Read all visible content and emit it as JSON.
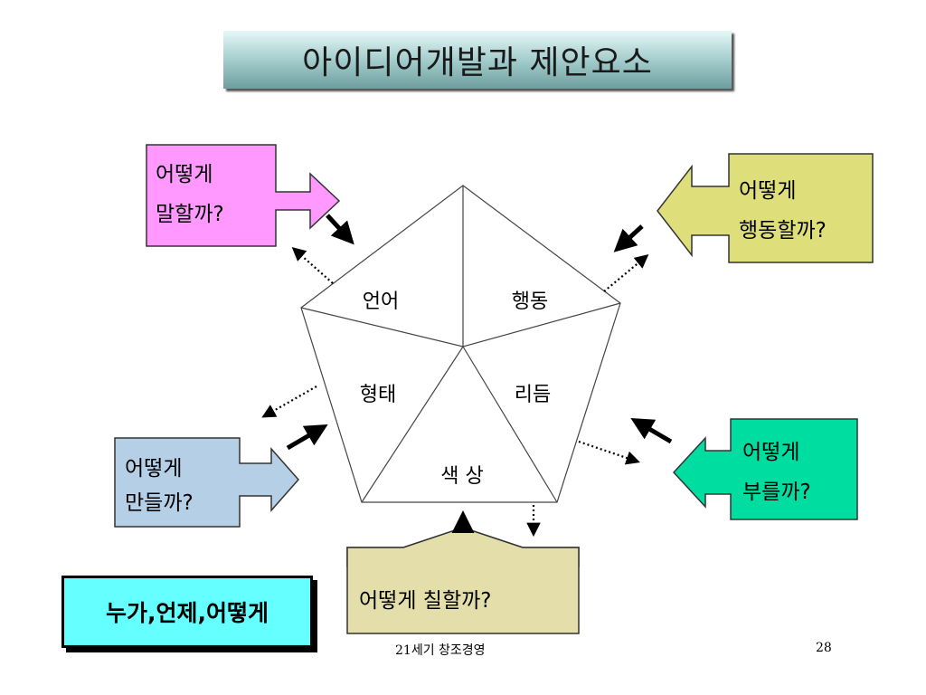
{
  "title": "아이디어개발과 제안요소",
  "pentagon": {
    "segments": [
      "언어",
      "행동",
      "형태",
      "리듬",
      "색 상"
    ]
  },
  "callouts": {
    "speak": {
      "line1": "어떻게",
      "line2": "말할까?",
      "color": "#ff99ff"
    },
    "act": {
      "line1": "어떻게",
      "line2": "행동할까?",
      "color": "#dede7a"
    },
    "make": {
      "line1": "어떻게",
      "line2": "만들까?",
      "color": "#b4cfe6"
    },
    "call": {
      "line1": "어떻게",
      "line2": "부를까?",
      "color": "#00dda0"
    },
    "paint": {
      "line1": "어떻게 칠할까?",
      "color": "#e3deaa"
    }
  },
  "who_box": "누가,언제,어떻게",
  "footer": {
    "center": "21세기 창조경영",
    "page_number": "28"
  }
}
